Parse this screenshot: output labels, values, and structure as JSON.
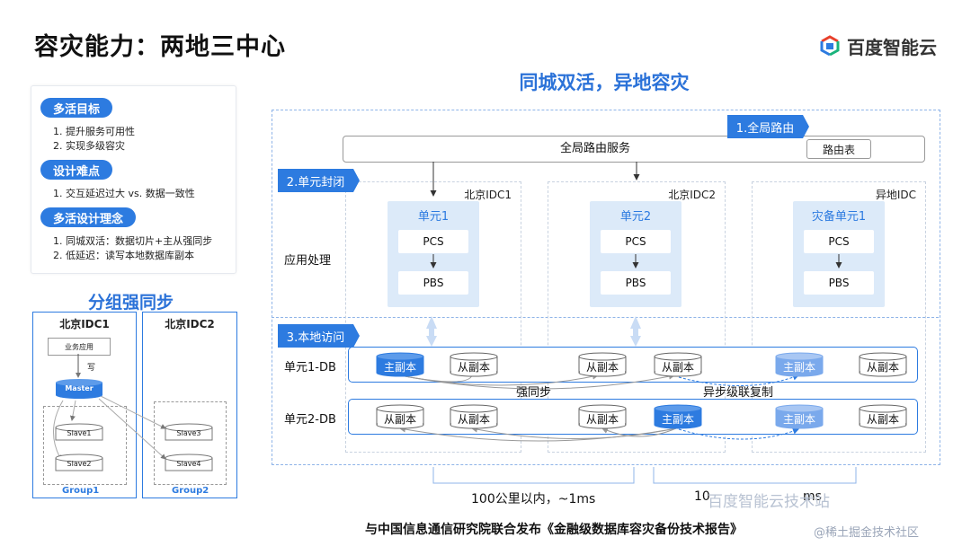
{
  "header": {
    "title": "容灾能力：两地三中心",
    "logo_text": "百度智能云",
    "subtitle": "同城双活，异地容灾"
  },
  "left_panel": {
    "sections": [
      {
        "heading": "多活目标",
        "items": [
          "1.   提升服务可用性",
          "2.   实现多级容灾"
        ]
      },
      {
        "heading": "设计难点",
        "items": [
          "1.   交互延迟过大 vs. 数据一致性"
        ]
      },
      {
        "heading": "多活设计理念",
        "items": [
          "1.   同城双活：数据切片+主从强同步",
          "2.   低延迟：读写本地数据库副本"
        ]
      }
    ]
  },
  "group_sync": {
    "title": "分组强同步",
    "idc1_title": "北京IDC1",
    "idc2_title": "北京IDC2",
    "app_label": "业务应用",
    "write_label": "写",
    "master_label": "Master",
    "slaves": [
      "Slave1",
      "Slave2",
      "Slave3",
      "Slave4"
    ],
    "group1": "Group1",
    "group2": "Group2"
  },
  "arch": {
    "tags": {
      "global_route": "1.全局路由",
      "unit_closed": "2.单元封闭",
      "local_access": "3.本地访问"
    },
    "route_service": "全局路由服务",
    "route_table": "路由表",
    "columns": [
      "北京IDC1",
      "北京IDC2",
      "异地IDC"
    ],
    "units": [
      "单元1",
      "单元2",
      "灾备单元1"
    ],
    "pcs": "PCS",
    "pbs": "PBS",
    "app_layer_label": "应用处理",
    "db_rows": [
      {
        "label": "单元1-DB",
        "replicas": [
          "主副本",
          "从副本",
          "从副本",
          "从副本",
          "主副本",
          "从副本"
        ]
      },
      {
        "label": "单元2-DB",
        "replicas": [
          "从副本",
          "从副本",
          "从副本",
          "主副本",
          "主副本",
          "从副本"
        ]
      }
    ],
    "strong_sync": "强同步",
    "async_cascade": "异步级联复制",
    "latency_local": "100公里以内，~1ms",
    "latency_remote_partial": "10",
    "latency_remote_tail": "ms"
  },
  "watermarks": {
    "line1": "百度智能云技术站",
    "line2": "@稀土掘金技术社区"
  },
  "footer": "与中国信息通信研究院联合发布《金融级数据库容灾备份技术报告》",
  "colors": {
    "accent": "#2d7be0",
    "title_blue": "#2b72d8",
    "unit_bg": "#dceaf9"
  }
}
